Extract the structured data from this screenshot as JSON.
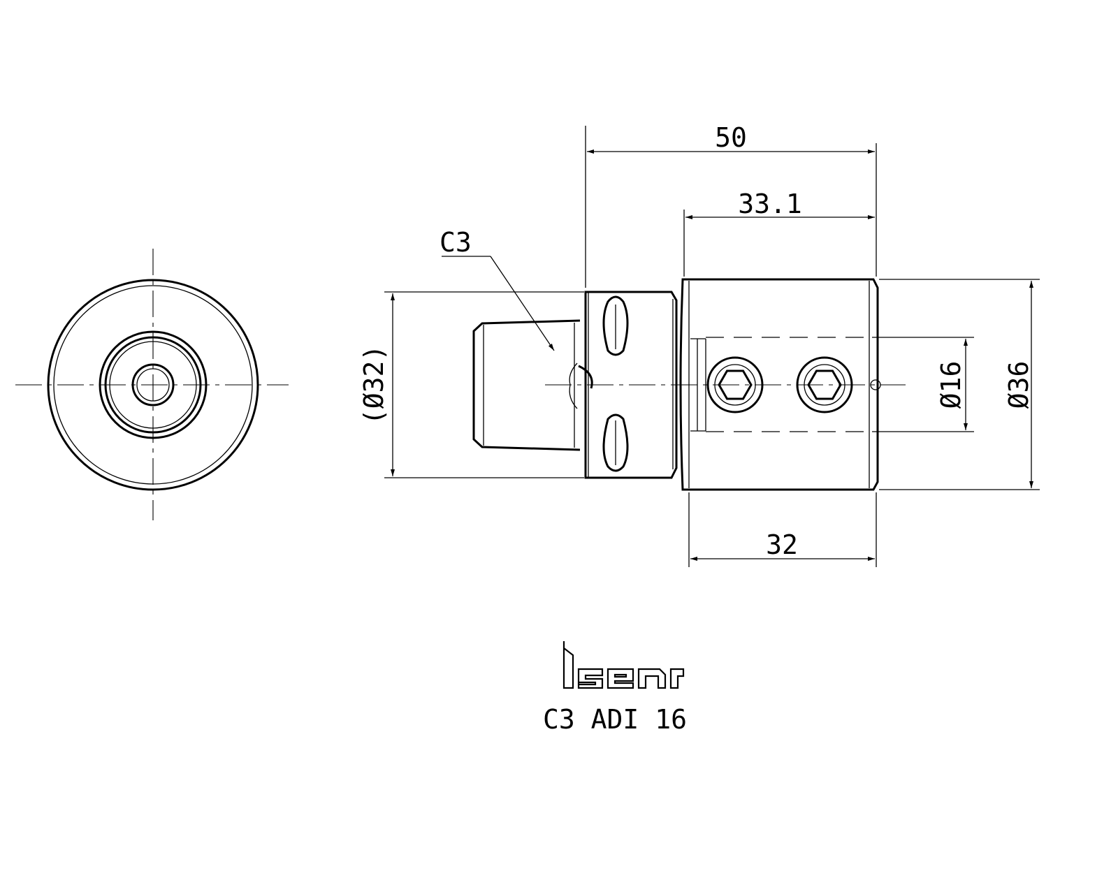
{
  "drawing": {
    "brand": "iscar",
    "part_name": "C3 ADI 16",
    "dimensions": {
      "overall_length": "50",
      "body_length": "33.1",
      "bore_depth": "32",
      "shank_diameter": "(Ø32)",
      "bore_diameter": "Ø16",
      "body_diameter": "Ø36",
      "coupling_label": "C3"
    }
  }
}
